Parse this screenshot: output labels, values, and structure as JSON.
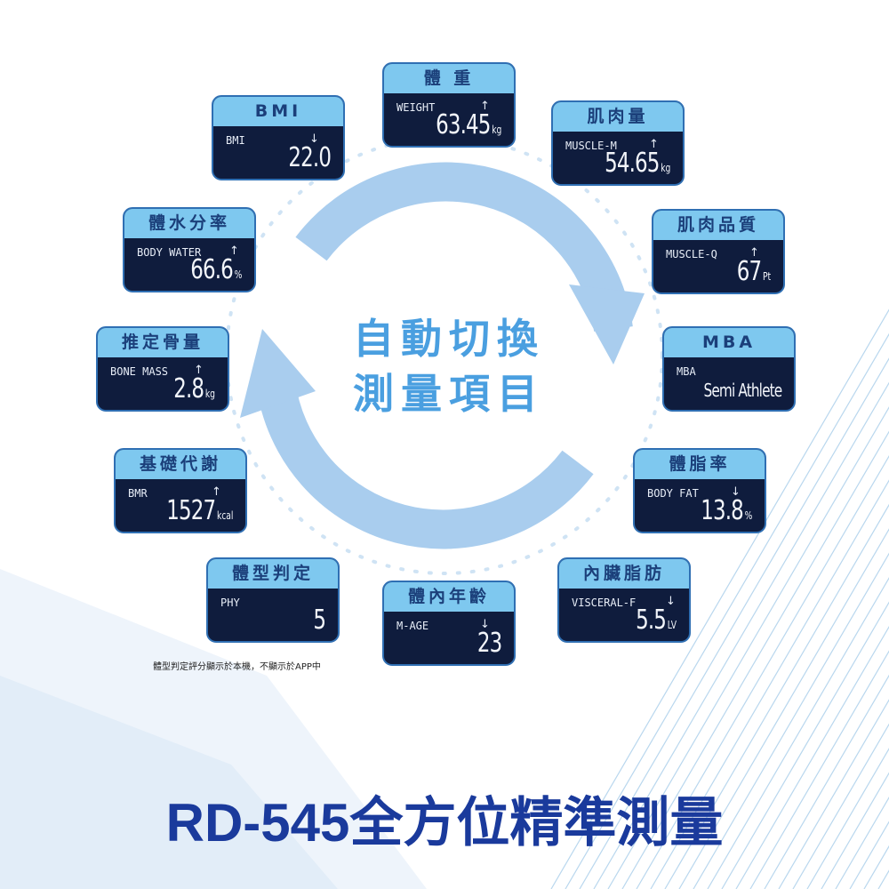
{
  "center_text": [
    "自動切換",
    "測量項目"
  ],
  "note": "體型判定評分顯示於本機，不顯示於APP中",
  "title": "RD-545全方位精準測量",
  "colors": {
    "header": "#7ec8ef",
    "screen": "#0f1c3d",
    "title": "#1a3a9c",
    "accent": "#4a9fe0"
  },
  "cards": [
    {
      "id": "weight",
      "title": "體 重",
      "label": "WEIGHT",
      "arrow": "↑",
      "value": "63.45",
      "unit": "kg"
    },
    {
      "id": "bmi",
      "title": "BMI",
      "label": "BMI",
      "arrow": "↓",
      "value": "22.0",
      "unit": ""
    },
    {
      "id": "muscle-mass",
      "title": "肌肉量",
      "label": "MUSCLE-M",
      "arrow": "↑",
      "value": "54.65",
      "unit": "kg"
    },
    {
      "id": "body-water",
      "title": "體水分率",
      "label": "BODY WATER",
      "arrow": "↑",
      "value": "66.6",
      "unit": "%"
    },
    {
      "id": "muscle-quality",
      "title": "肌肉品質",
      "label": "MUSCLE-Q",
      "arrow": "↑",
      "value": "67",
      "unit": "Pt"
    },
    {
      "id": "bone-mass",
      "title": "推定骨量",
      "label": "BONE MASS",
      "arrow": "↑",
      "value": "2.8",
      "unit": "kg"
    },
    {
      "id": "mba",
      "title": "MBA",
      "label": "MBA",
      "arrow": "",
      "value": "Semi Athlete",
      "unit": ""
    },
    {
      "id": "bmr",
      "title": "基礎代謝",
      "label": "BMR",
      "arrow": "↑",
      "value": "1527",
      "unit": "kcal"
    },
    {
      "id": "body-fat",
      "title": "體脂率",
      "label": "BODY FAT",
      "arrow": "↓",
      "value": "13.8",
      "unit": "%"
    },
    {
      "id": "physique",
      "title": "體型判定",
      "label": "PHY",
      "arrow": "",
      "value": "5",
      "unit": ""
    },
    {
      "id": "metabolic-age",
      "title": "體內年齡",
      "label": "M-AGE",
      "arrow": "↓",
      "value": "23",
      "unit": ""
    },
    {
      "id": "visceral-fat",
      "title": "內臟脂肪",
      "label": "VISCERAL-F",
      "arrow": "↓",
      "value": "5.5",
      "unit": "LV"
    }
  ]
}
